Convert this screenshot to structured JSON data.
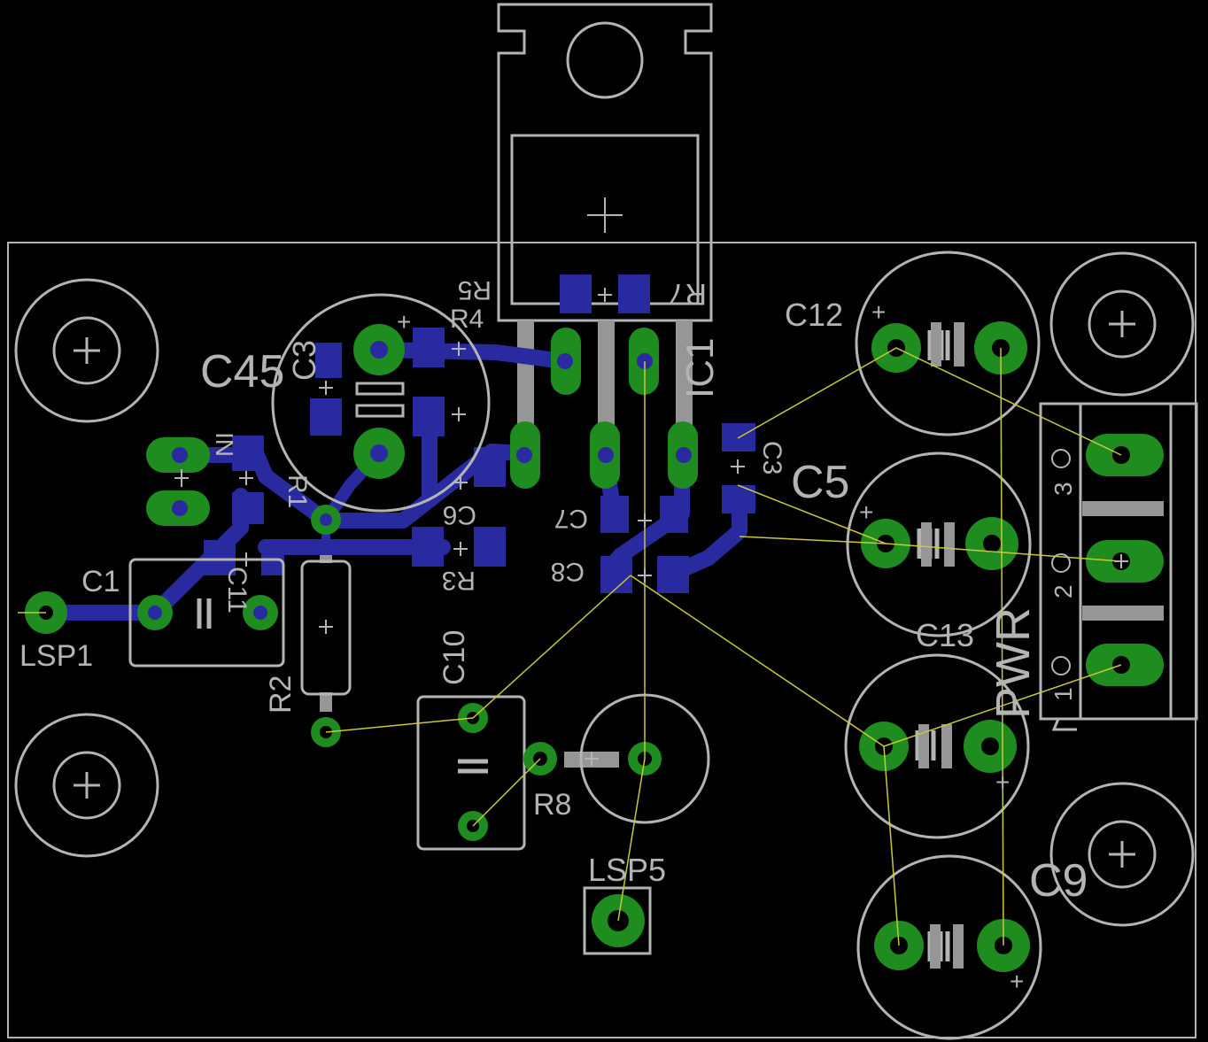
{
  "colors": {
    "background": "#000000",
    "silkscreen": "#b4b4b4",
    "bottom_copper": "#2a2aa0",
    "top_copper": "#969696",
    "pad": "#1e8c1e",
    "airwire": "#c8c83c"
  },
  "labels": {
    "c45": "C45",
    "c3_top": "C3",
    "r5": "R5",
    "r4": "R4",
    "r7": "R7",
    "ic1": "IC1",
    "c12": "C12",
    "c3": "C3",
    "c5": "C5",
    "c6": "C6",
    "c7": "C7",
    "c8": "C8",
    "r3": "R3",
    "r1": "R1",
    "in": "IN",
    "c1": "C1",
    "c11": "C11",
    "lsp1": "LSP1",
    "r2": "R2",
    "c10": "C10",
    "r8": "R8",
    "lsp5": "LSP5",
    "c13": "C13",
    "pwr": "PWR",
    "c9": "C9",
    "term3": "3",
    "term2": "2",
    "term1": "1",
    "plus": "+"
  }
}
